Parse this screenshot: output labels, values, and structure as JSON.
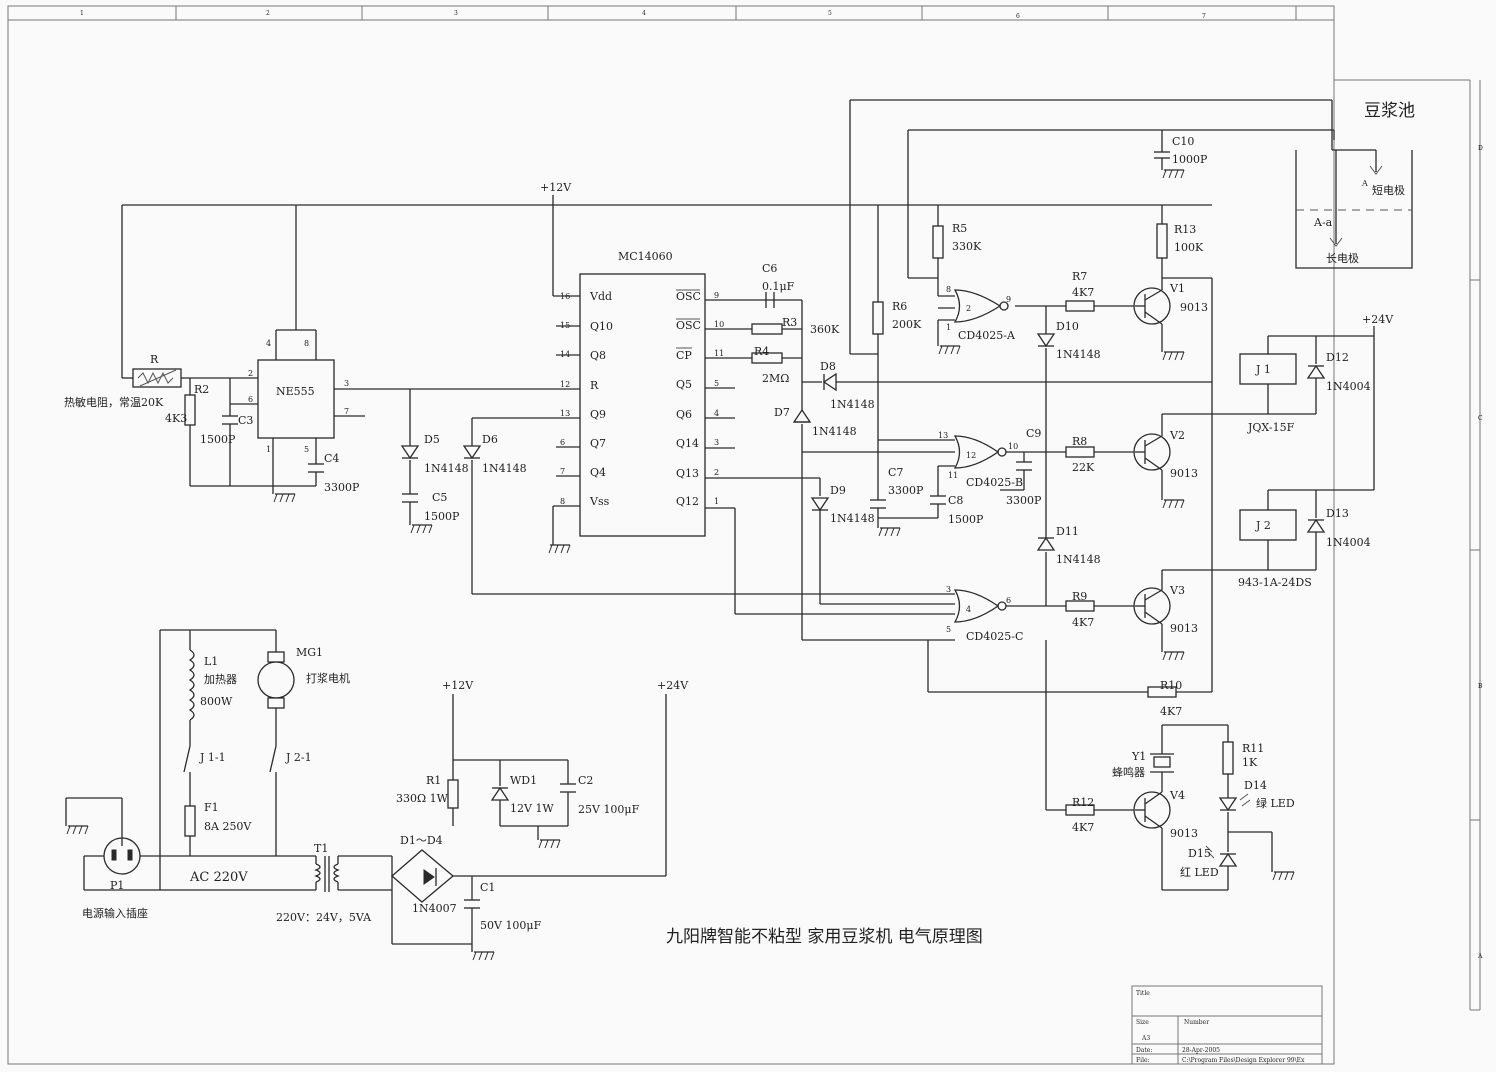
{
  "title": "九阳牌智能不粘型    家用豆浆机 电气原理图",
  "border": {
    "cols": [
      "1",
      "2",
      "3",
      "4",
      "5",
      "6",
      "7"
    ],
    "rows": [
      "D",
      "C",
      "B",
      "A"
    ]
  },
  "titleblock": {
    "title_label": "Title",
    "size_label": "Size",
    "size_value": "A3",
    "number_label": "Number",
    "date_label": "Date:",
    "date_value": "28-Apr-2005",
    "file_label": "File:",
    "file_value": "C:\\Program Files\\Design Explorer 99\\Ex"
  },
  "nets": {
    "p12_top": "+12V",
    "p12_psu": "+12V",
    "p24_psu": "+24V",
    "p24_relay": "+24V"
  },
  "tank": {
    "title": "豆浆池",
    "a": "A",
    "short": "短电极",
    "aa": "A-a",
    "long": "长电极"
  },
  "ic": {
    "name": "MC14060",
    "left_pins": [
      {
        "num": "16",
        "name": "Vdd"
      },
      {
        "num": "15",
        "name": "Q10"
      },
      {
        "num": "14",
        "name": "Q8"
      },
      {
        "num": "12",
        "name": "R"
      },
      {
        "num": "13",
        "name": "Q9"
      },
      {
        "num": "6",
        "name": "Q7"
      },
      {
        "num": "7",
        "name": "Q4"
      },
      {
        "num": "8",
        "name": "Vss"
      }
    ],
    "right_pins": [
      {
        "num": "9",
        "name": "OSC"
      },
      {
        "num": "10",
        "name": "OSC"
      },
      {
        "num": "11",
        "name": "CP"
      },
      {
        "num": "5",
        "name": "Q5"
      },
      {
        "num": "4",
        "name": "Q6"
      },
      {
        "num": "3",
        "name": "Q14"
      },
      {
        "num": "2",
        "name": "Q13"
      },
      {
        "num": "1",
        "name": "Q12"
      }
    ]
  },
  "ne555": {
    "name": "NE555",
    "pins": [
      "4",
      "8",
      "2",
      "6",
      "3",
      "7",
      "1",
      "5"
    ]
  },
  "gates": {
    "a": {
      "name": "CD4025-A",
      "pins": [
        "8",
        "2",
        "1",
        "9"
      ]
    },
    "b": {
      "name": "CD4025-B",
      "pins": [
        "13",
        "12",
        "11",
        "10"
      ]
    },
    "c": {
      "name": "CD4025-C",
      "pins": [
        "3",
        "4",
        "5",
        "6"
      ]
    }
  },
  "parts": {
    "R": "R",
    "R_note": "热敏电阻，常温20K",
    "R2": "R2",
    "R2v": "4K3",
    "C3": "C3",
    "C3v": "1500P",
    "C4": "C4",
    "C4v": "3300P",
    "D5": "D5",
    "D5v": "1N4148",
    "D6": "D6",
    "D6v": "1N4148",
    "C5": "C5",
    "C5v": "1500P",
    "C6": "C6",
    "C6v": "0.1μF",
    "R3": "R3",
    "R3v": "360K",
    "R4": "R4",
    "R4v": "2MΩ",
    "D7": "D7",
    "D7v": "1N4148",
    "D8": "D8",
    "D8v": "1N4148",
    "D9": "D9",
    "D9v": "1N4148",
    "C7": "C7",
    "C7v": "3300P",
    "C8": "C8",
    "C8v": "1500P",
    "C9": "C9",
    "C9v": "3300P",
    "C10": "C10",
    "C10v": "1000P",
    "R5": "R5",
    "R5v": "330K",
    "R6": "R6",
    "R6v": "200K",
    "R7": "R7",
    "R7v": "4K7",
    "R8": "R8",
    "R8v": "22K",
    "R9": "R9",
    "R9v": "4K7",
    "R10": "R10",
    "R10v": "4K7",
    "R11": "R11",
    "R11v": "1K",
    "R12": "R12",
    "R12v": "4K7",
    "R13": "R13",
    "R13v": "100K",
    "D10": "D10",
    "D10v": "1N4148",
    "D11": "D11",
    "D11v": "1N4148",
    "D12": "D12",
    "D12v": "1N4004",
    "D13": "D13",
    "D13v": "1N4004",
    "D14": "D14",
    "D14v": "绿 LED",
    "D15": "D15",
    "D15v": "红 LED",
    "V1": "V1",
    "V2": "V2",
    "V3": "V3",
    "V4": "V4",
    "Vt": "9013",
    "J1": "J 1",
    "J1v": "JQX-15F",
    "J2": "J 2",
    "J2v": "943-1A-24DS",
    "Y1": "Y1",
    "Y1v": "蜂鸣器",
    "L1": "L1",
    "L1a": "加热器",
    "L1b": "800W",
    "MG1": "MG1",
    "MG1v": "打浆电机",
    "J11": "J 1-1",
    "J21": "J 2-1",
    "F1": "F1",
    "F1v": "8A 250V",
    "P1": "P1",
    "P1v": "电源输入插座",
    "AC": "AC 220V",
    "T1": "T1",
    "T1v": "220V：24V，5VA",
    "D14b": "D1～D4",
    "D14bv": "1N4007",
    "R1": "R1",
    "R1v": "330Ω 1W",
    "WD1": "WD1",
    "WD1v": "12V 1W",
    "C1": "C1",
    "C1v": "50V 100μF",
    "C2": "C2",
    "C2v": "25V 100μF"
  }
}
